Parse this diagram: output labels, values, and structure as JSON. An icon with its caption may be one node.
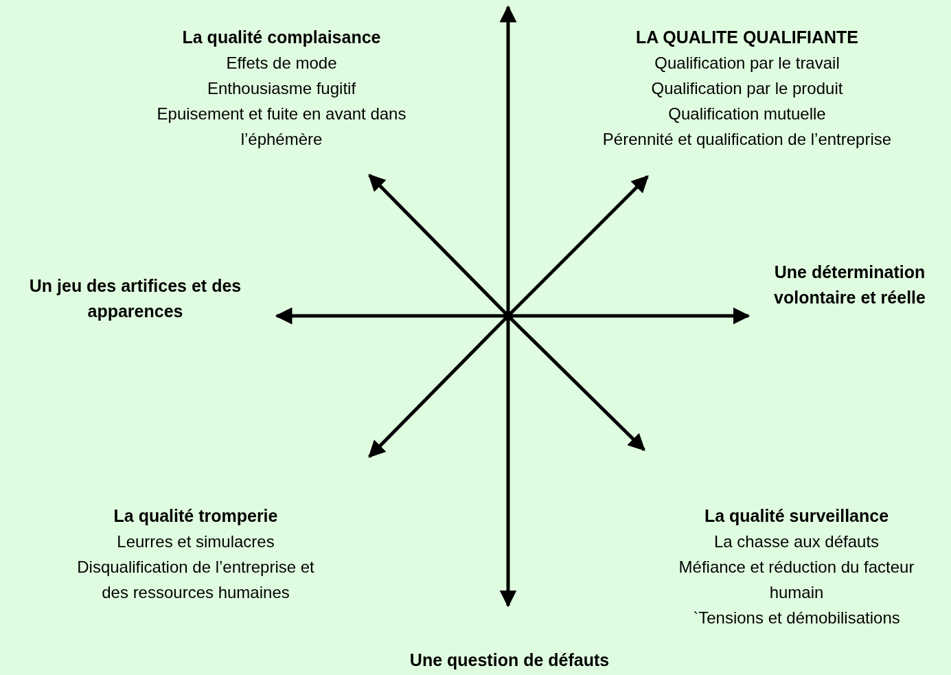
{
  "diagram": {
    "nodes": [
      {
        "text": [
          "La qualité complaisance",
          "Effets de mode",
          "Enthousiasme fugitif",
          "Epuisement et fuite en avant dans l’éphémère"
        ]
      },
      {
        "text": [
          "LA QUALITE QUALIFIANTE",
          "Qualification par le travail",
          "Qualification par le produit",
          "Qualification mutuelle",
          "Pérennité et qualification de l’entreprise"
        ]
      },
      {
        "text": [
          "Un jeu des artifices et des apparences"
        ]
      },
      {
        "text": [],
        "shape": "circle"
      },
      {
        "text": [
          "Une détermination volontaire et réelle"
        ]
      },
      {
        "text": [
          "La qualité tromperie",
          "Leurres et simulacres",
          "Disqualification de l’entreprise et des ressources humaines"
        ]
      },
      {
        "text": [
          "La qualité surveillance",
          "La chasse aux défauts",
          "Méfiance et réduction du facteur humain",
          "`Tensions et démobilisations"
        ]
      },
      {
        "text": [
          "Une question de défauts"
        ]
      }
    ],
    "edges": [
      {
        "from": 3,
        "to": null,
        "arrow": "to"
      },
      {
        "from": 3,
        "to": 0,
        "arrow": "to"
      },
      {
        "from": 3,
        "to": 1,
        "arrow": "to"
      },
      {
        "from": 3,
        "to": 2,
        "arrow": "to"
      },
      {
        "from": 3,
        "to": 4,
        "arrow": "to"
      },
      {
        "from": 3,
        "to": 5,
        "arrow": "to"
      },
      {
        "from": 3,
        "to": 6,
        "arrow": "to"
      },
      {
        "from": 3,
        "to": 7,
        "arrow": "to"
      }
    ]
  }
}
